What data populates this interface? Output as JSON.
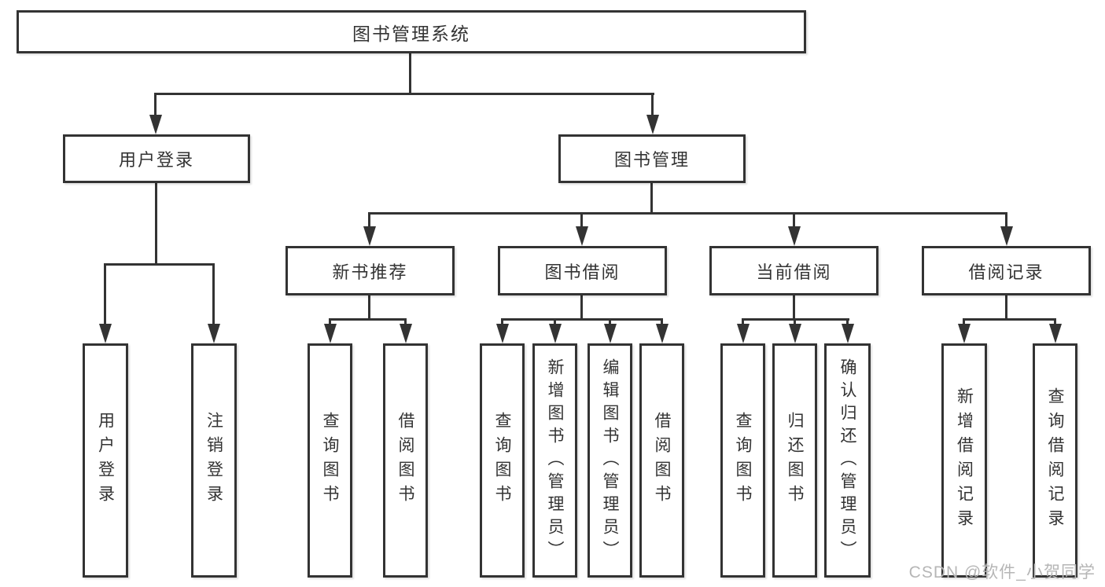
{
  "diagram": {
    "title": "图书管理系统",
    "level2": [
      "用户登录",
      "图书管理"
    ],
    "level3": [
      "新书推荐",
      "图书借阅",
      "当前借阅",
      "借阅记录"
    ],
    "leaves_user_login": [
      "用户登录",
      "注销登录"
    ],
    "leaves_new_book": [
      "查询图书",
      "借阅图书"
    ],
    "leaves_book_borrow": [
      "查询图书",
      "新增图书（管理员）",
      "编辑图书（管理员）",
      "借阅图书"
    ],
    "leaves_current_borrow": [
      "查询图书",
      "归还图书",
      "确认归还（管理员）"
    ],
    "leaves_borrow_records": [
      "新增借阅记录",
      "查询借阅记录"
    ]
  },
  "watermark": {
    "text": "CSDN @软件_小贺同学",
    "color": "#b6b6b6"
  },
  "colors": {
    "line": "#333333",
    "box_border": "#333333",
    "text": "#333333",
    "background": "#ffffff"
  }
}
